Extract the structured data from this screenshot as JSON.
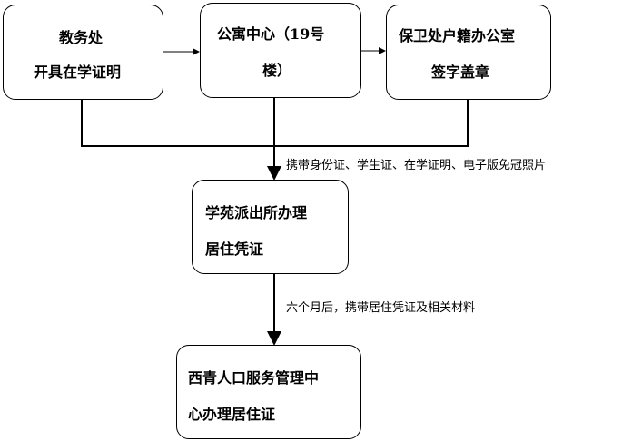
{
  "nodes": [
    {
      "line1": "教务处",
      "line2": "开具在学证明"
    },
    {
      "line1": "公寓中心（19号",
      "line2": "楼）"
    },
    {
      "line1": "保卫处户籍办公室",
      "line2": "签字盖章"
    },
    {
      "line1": "学苑派出所办理",
      "line2": "居住凭证"
    },
    {
      "line1": "西青人口服务管理中",
      "line2": "心办理居住证"
    }
  ],
  "edges": [
    {
      "label": "携带身份证、学生证、在学证明、电子版免冠照片"
    },
    {
      "label": "六个月后，携带居住凭证及相关材料"
    }
  ]
}
